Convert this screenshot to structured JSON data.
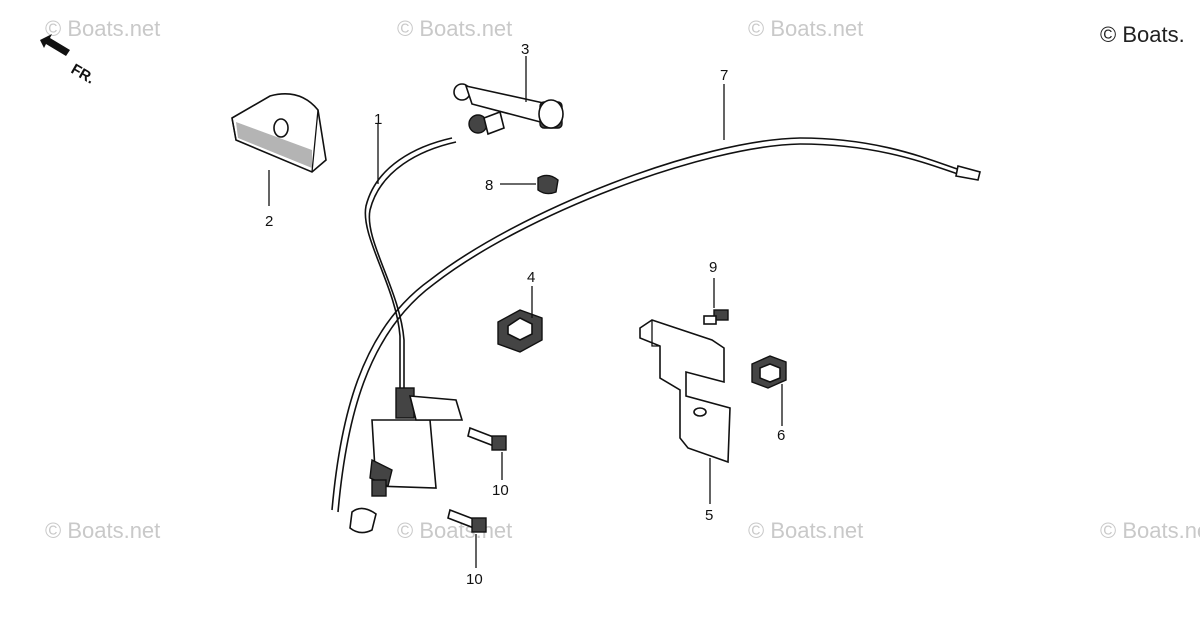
{
  "watermark": "© Boats.net",
  "corner_watermark": "© Boats.",
  "direction_label": "FR.",
  "callouts": {
    "c1": "1",
    "c2": "2",
    "c3": "3",
    "c4": "4",
    "c5": "5",
    "c6": "6",
    "c7": "7",
    "c8": "8",
    "c9": "9",
    "c10a": "10",
    "c10b": "10"
  }
}
